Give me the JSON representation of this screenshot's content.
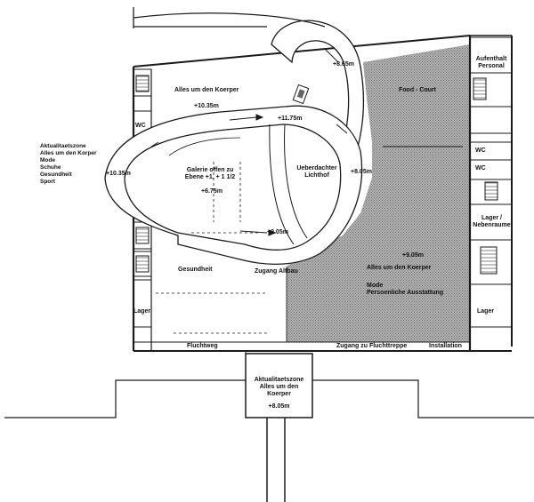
{
  "labels": {
    "alles_oben": "Alles um den Koerper",
    "elev_1035_top": "+10.35m",
    "elev_1175": "+11.75m",
    "elev_865": "+8.65m",
    "food_court": "Food - Court",
    "aufenthalt": "Aufenthalt\nPersonal",
    "wc_left": "WC",
    "wc_right_1": "WC",
    "wc_right_2": "WC",
    "aktuell_left": "Aktualitaetszone\nAlles um den Korper\nMode\nSchuhe\nGesundheit\nSport",
    "elev_1035_left": "+10.35m",
    "galerie": "Galerie offen zu\nEbene +1, + 1 1/2",
    "elev_675": "+6.75m",
    "ueberdachter": "Ueberdachter\nLichthof",
    "elev_805_mid": "+8.05m",
    "lager_neben": "Lager /\nNebenraume",
    "elev_905": "+9.05m",
    "elev_905_right": "+9.05m",
    "gesundheit": "Gesundheit",
    "zugang_altbau": "Zugang Altbau",
    "alles_right": "Alles um den Koerper",
    "mode_right": "Mode\nPersoenliche Ausstattung",
    "lager_left": "Lager",
    "lager_right": "Lager",
    "fluchtweg": "Fluchtweg",
    "zugang_flucht": "Zugang zu Fluchttreppe",
    "installation": "Installation",
    "aktuell_bottom": "Aktualitaetszone\nAlles um den\nKoerper",
    "elev_805_bottom": "+8.05m"
  },
  "colors": {
    "ink": "#1a1a1a",
    "hatch": "#8a8a8a",
    "paper": "#ffffff"
  }
}
